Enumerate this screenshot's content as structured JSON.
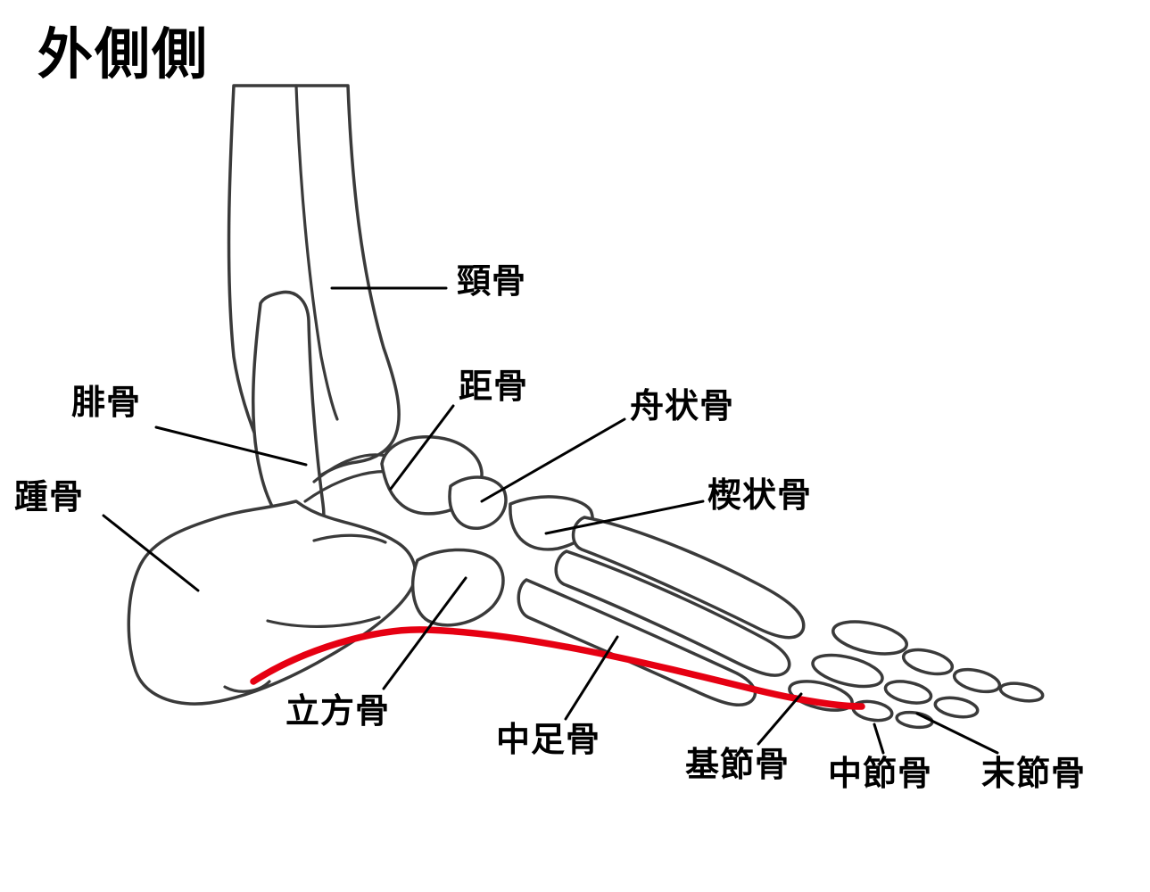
{
  "title": "外側側",
  "diagram": {
    "labels": {
      "tibia": "頸骨",
      "fibula": "腓骨",
      "talus": "距骨",
      "navicular": "舟状骨",
      "cuneiform": "楔状骨",
      "calcaneus": "踵骨",
      "cuboid": "立方骨",
      "metatarsal": "中足骨",
      "proximal_phalanx": "基節骨",
      "middle_phalanx": "中節骨",
      "distal_phalanx": "末節骨"
    },
    "colors": {
      "outline": "#3a3a3a",
      "arch_highlight": "#e60012",
      "text": "#000000",
      "background": "#ffffff"
    }
  }
}
